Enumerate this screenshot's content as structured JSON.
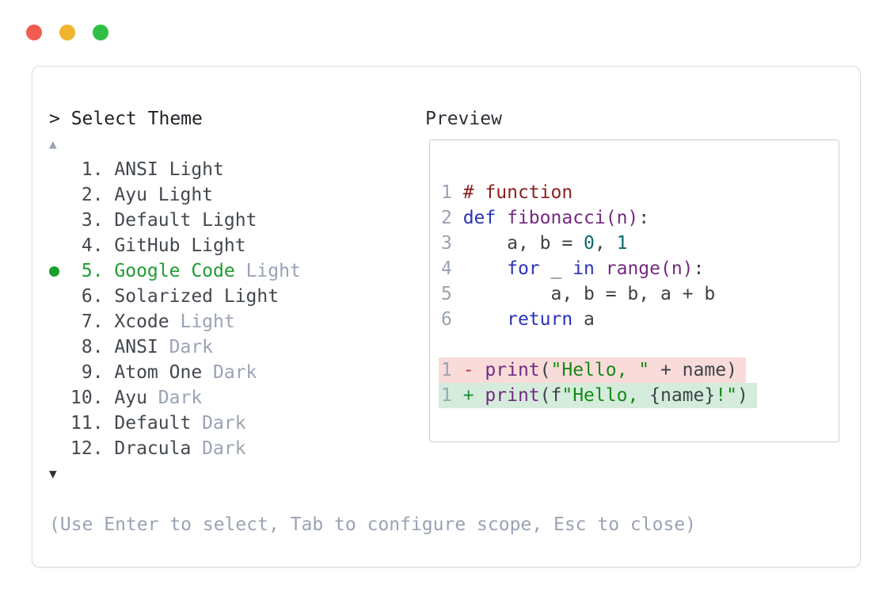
{
  "window_controls": {
    "close_color": "#f15c51",
    "minimize_color": "#f0b42d",
    "maximize_color": "#2ec045"
  },
  "selector": {
    "prompt": "> Select Theme",
    "up_arrow": "▲",
    "down_arrow": "▼",
    "selected_color": "#1f9b31",
    "items": [
      {
        "num": " 1.",
        "name": "ANSI",
        "variant": "Light",
        "variant_dim": false,
        "selected": false
      },
      {
        "num": " 2.",
        "name": "Ayu",
        "variant": "Light",
        "variant_dim": false,
        "selected": false
      },
      {
        "num": " 3.",
        "name": "Default",
        "variant": "Light",
        "variant_dim": false,
        "selected": false
      },
      {
        "num": " 4.",
        "name": "GitHub",
        "variant": "Light",
        "variant_dim": false,
        "selected": false
      },
      {
        "num": " 5.",
        "name": "Google Code",
        "variant": "Light",
        "variant_dim": true,
        "selected": true
      },
      {
        "num": " 6.",
        "name": "Solarized",
        "variant": "Light",
        "variant_dim": false,
        "selected": false
      },
      {
        "num": " 7.",
        "name": "Xcode",
        "variant": "Light",
        "variant_dim": true,
        "selected": false
      },
      {
        "num": " 8.",
        "name": "ANSI",
        "variant": "Dark",
        "variant_dim": true,
        "selected": false
      },
      {
        "num": " 9.",
        "name": "Atom One",
        "variant": "Dark",
        "variant_dim": true,
        "selected": false
      },
      {
        "num": "10.",
        "name": "Ayu",
        "variant": "Dark",
        "variant_dim": true,
        "selected": false
      },
      {
        "num": "11.",
        "name": "Default",
        "variant": "Dark",
        "variant_dim": true,
        "selected": false
      },
      {
        "num": "12.",
        "name": "Dracula",
        "variant": "Dark",
        "variant_dim": true,
        "selected": false
      }
    ],
    "hint": "(Use Enter to select, Tab to configure scope, Esc to close)"
  },
  "preview": {
    "label": "Preview",
    "syntax_colors": {
      "comment": "#8a1f1f",
      "keyword": "#2a33b8",
      "title": "#752a80",
      "number": "#0a6b6f",
      "string": "#168a16",
      "default": "#3d4247",
      "line_number": "#9aa3b4",
      "diff_removed_bg": "#f9dcda",
      "diff_added_bg": "#d5ecdd"
    },
    "code_lines": [
      {
        "num": "1",
        "tokens": [
          {
            "t": "# function",
            "c": "cm"
          }
        ]
      },
      {
        "num": "2",
        "tokens": [
          {
            "t": "def",
            "c": "kw"
          },
          {
            "t": " ",
            "c": "pl"
          },
          {
            "t": "fibonacci(n)",
            "c": "ti"
          },
          {
            "t": ":",
            "c": "pl"
          }
        ]
      },
      {
        "num": "3",
        "tokens": [
          {
            "t": "    a, b = ",
            "c": "pl"
          },
          {
            "t": "0",
            "c": "nu"
          },
          {
            "t": ", ",
            "c": "pl"
          },
          {
            "t": "1",
            "c": "nu"
          }
        ]
      },
      {
        "num": "4",
        "tokens": [
          {
            "t": "    ",
            "c": "pl"
          },
          {
            "t": "for",
            "c": "kw"
          },
          {
            "t": " _ ",
            "c": "pl"
          },
          {
            "t": "in",
            "c": "kw"
          },
          {
            "t": " ",
            "c": "pl"
          },
          {
            "t": "range(n)",
            "c": "ti"
          },
          {
            "t": ":",
            "c": "pl"
          }
        ]
      },
      {
        "num": "5",
        "tokens": [
          {
            "t": "        a, b = b, a + b",
            "c": "pl"
          }
        ]
      },
      {
        "num": "6",
        "tokens": [
          {
            "t": "    ",
            "c": "pl"
          },
          {
            "t": "return",
            "c": "kw"
          },
          {
            "t": " a",
            "c": "pl"
          }
        ]
      }
    ],
    "diff_lines": [
      {
        "num": "1",
        "kind": "removed",
        "tokens": [
          {
            "t": "- ",
            "c": "mi"
          },
          {
            "t": "print",
            "c": "ti"
          },
          {
            "t": "(",
            "c": "pl"
          },
          {
            "t": "\"Hello, \"",
            "c": "st"
          },
          {
            "t": " + name)",
            "c": "pl"
          }
        ]
      },
      {
        "num": "1",
        "kind": "added",
        "tokens": [
          {
            "t": "+ ",
            "c": "ad"
          },
          {
            "t": "print",
            "c": "ti"
          },
          {
            "t": "(f",
            "c": "pl"
          },
          {
            "t": "\"Hello, ",
            "c": "st"
          },
          {
            "t": "{name}",
            "c": "pl"
          },
          {
            "t": "!\"",
            "c": "st"
          },
          {
            "t": ")",
            "c": "pl"
          }
        ]
      }
    ]
  }
}
